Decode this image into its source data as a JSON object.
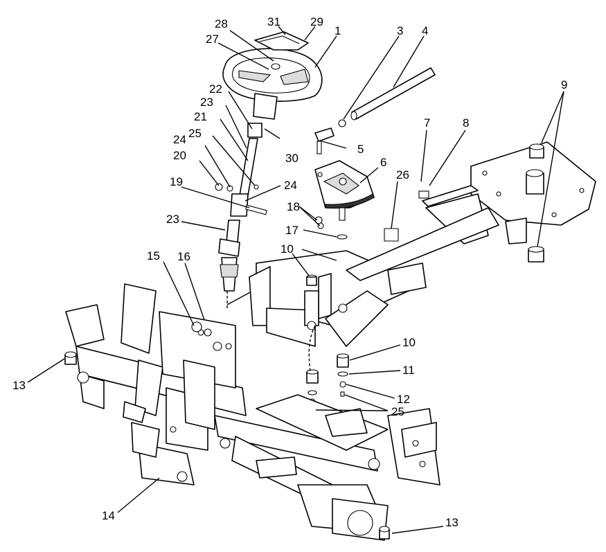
{
  "callouts": {
    "c1": "1",
    "c3": "3",
    "c4": "4",
    "c5": "5",
    "c6": "6",
    "c7": "7",
    "c8": "8",
    "c9": "9",
    "c10a": "10",
    "c10b": "10",
    "c11": "11",
    "c12": "12",
    "c13a": "13",
    "c13b": "13",
    "c14": "14",
    "c15": "15",
    "c16": "16",
    "c17": "17",
    "c18": "18",
    "c19": "19",
    "c20": "20",
    "c21": "21",
    "c22": "22",
    "c23a": "23",
    "c23b": "23",
    "c24a": "24",
    "c24b": "24",
    "c25a": "25",
    "c25b": "25",
    "c26": "26",
    "c27": "27",
    "c28": "28",
    "c29": "29",
    "c30": "30",
    "c31": "31"
  }
}
